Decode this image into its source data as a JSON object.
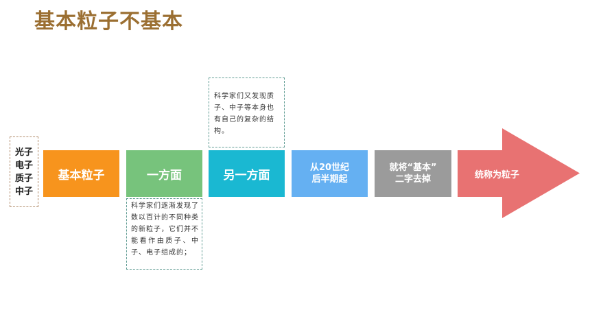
{
  "title": "基本粒子不基本",
  "particles": [
    "光子",
    "电子",
    "质子",
    "中子"
  ],
  "steps": {
    "basic_particles": "基本粒子",
    "on_one_hand": "一方面",
    "on_other_hand": "另一方面",
    "from_20th_century": [
      "从20世纪",
      "后半期起"
    ],
    "remove_basic": [
      "就将“基本”",
      "二字去掉"
    ],
    "collectively": "统称为粒子"
  },
  "notes": {
    "top": "科学家们又发现质子、中子等本身也有自己的复杂的结构。",
    "bottom": "科学家们逐渐发现了数以百计的不同种类的新粒子，它们并不能看作由质子、中子、电子组成的；"
  },
  "colors": {
    "title": "#9b6f32",
    "basic_particles": "#f7941d",
    "on_one_hand": "#77c37c",
    "on_other_hand": "#1ab8d2",
    "from_20th_century": "#65b0f2",
    "remove_basic": "#9b9b9b",
    "arrow": "#e87272"
  }
}
